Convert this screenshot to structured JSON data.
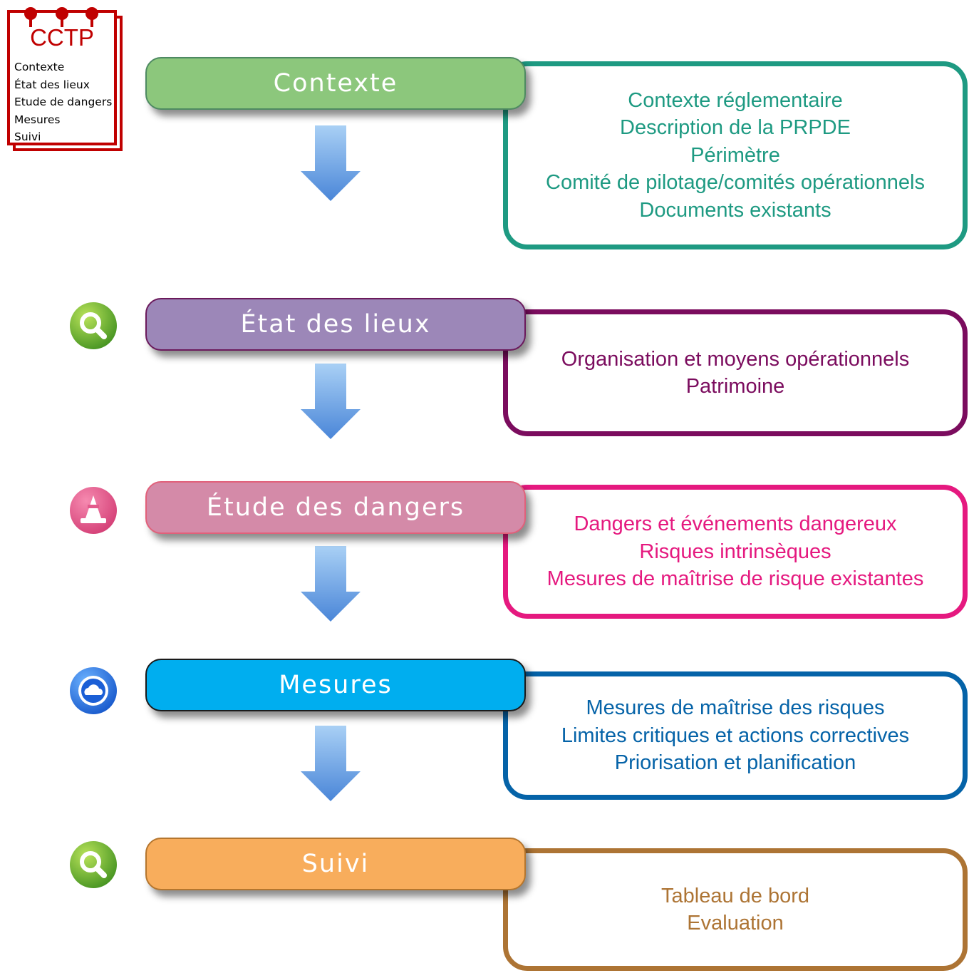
{
  "notebook": {
    "title": "CCTP",
    "items": [
      "Contexte",
      "État des lieux",
      "Etude de dangers",
      "Mesures",
      "Suivi"
    ]
  },
  "steps": [
    {
      "label": "Contexte",
      "fill": "#8cc77c",
      "border": "#4e8a62",
      "details": [
        "Contexte réglementaire",
        "Description de la PRPDE",
        "Périmètre",
        "Comité de pilotage/comités opérationnels",
        "Documents existants"
      ],
      "detail_color": "#1e9a82",
      "icon": "none"
    },
    {
      "label": "État des lieux",
      "fill": "#9c87b8",
      "border": "#6b1a5c",
      "details": [
        "Organisation et moyens opérationnels",
        "Patrimoine"
      ],
      "detail_color": "#7b0c5e",
      "icon": "magnifier-icon"
    },
    {
      "label": "Étude des dangers",
      "fill": "#d48aa8",
      "border": "#e1607a",
      "details": [
        "Dangers et événements dangereux",
        "Risques intrinsèques",
        "Mesures de maîtrise de risque existantes"
      ],
      "detail_color": "#e5197f",
      "icon": "traffic-cone-icon"
    },
    {
      "label": "Mesures",
      "fill": "#00aeef",
      "border": "#1a1a1a",
      "details": [
        "Mesures de maîtrise des risques",
        "Limites critiques et actions correctives",
        "Priorisation et planification"
      ],
      "detail_color": "#0563a8",
      "icon": "cloud-icon"
    },
    {
      "label": "Suivi",
      "fill": "#f8ad5c",
      "border": "#b5762e",
      "details": [
        "Tableau de bord",
        "Evaluation"
      ],
      "detail_color": "#ad7434",
      "icon": "magnifier-icon"
    }
  ]
}
